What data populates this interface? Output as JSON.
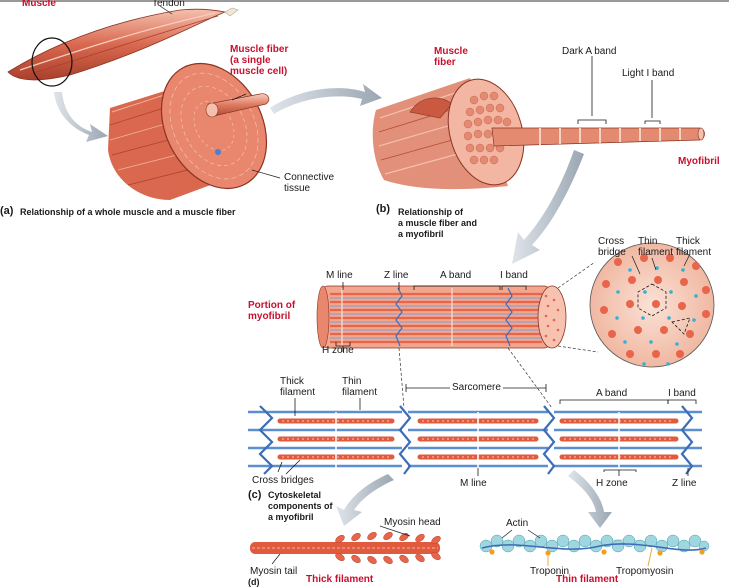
{
  "labels": {
    "muscle": "Muscle",
    "tendon": "Tendon",
    "muscle_fiber_single_cell": "Muscle fiber\n(a single\nmuscle cell)",
    "connective_tissue": "Connective\ntissue",
    "muscle_fiber_b": "Muscle\nfiber",
    "dark_a_band": "Dark A band",
    "light_i_band": "Light I band",
    "myofibril": "Myofibril",
    "portion_of_myofibril": "Portion of\nmyofibril",
    "m_line": "M line",
    "z_line": "Z line",
    "a_band": "A band",
    "i_band": "I band",
    "h_zone": "H zone",
    "cross_bridge": "Cross\nbridge",
    "thin_filament_label": "Thin\nfilament",
    "thick_filament_label": "Thick\nfilament",
    "thick_filament_c": "Thick\nfilament",
    "thin_filament_c": "Thin\nfilament",
    "sarcomere": "Sarcomere",
    "a_band_c": "A band",
    "i_band_c": "I band",
    "cross_bridges": "Cross bridges",
    "m_line_c": "M line",
    "h_zone_c": "H zone",
    "z_line_c": "Z line",
    "myosin_head": "Myosin head",
    "myosin_tail": "Myosin tail",
    "thick_filament_d": "Thick filament",
    "actin": "Actin",
    "troponin": "Troponin",
    "tropomyosin": "Tropomyosin",
    "thin_filament_d": "Thin filament"
  },
  "captions": {
    "a_letter": "(a)",
    "a_text": "Relationship of a whole muscle and a muscle fiber",
    "b_letter": "(b)",
    "b_text": "Relationship of\na muscle fiber and\na myofibril",
    "c_letter": "(c)",
    "c_text": "Cytoskeletal\ncomponents of\na myofibril",
    "d_letter": "(d)"
  },
  "colors": {
    "accent_red": "#c8102e",
    "muscle": "#d9684f",
    "muscle_light": "#f0b09a",
    "filament_blue": "#5b8fd0",
    "dot_blue": "#2fb2d6",
    "dot_orange": "#e87a5a",
    "arrow_gray": "#a9b3bd",
    "actin_teal": "#9fd6df",
    "troponin_orange": "#f0a020"
  }
}
